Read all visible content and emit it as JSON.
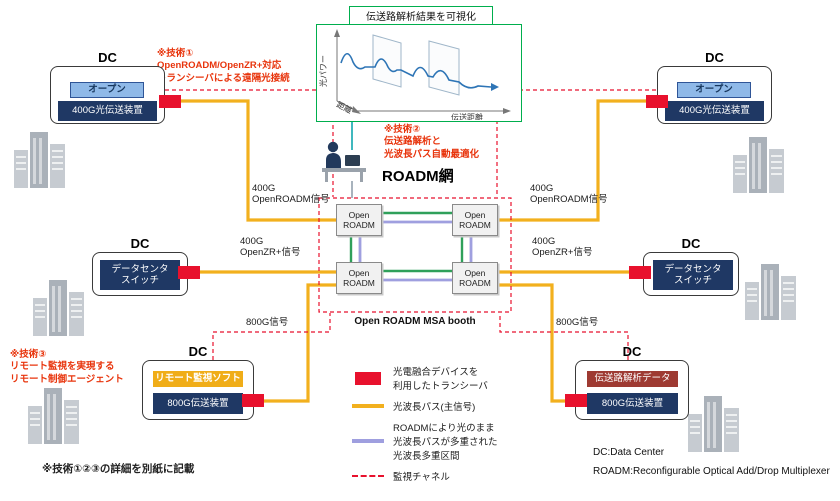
{
  "analysis": {
    "title": "伝送路解析結果を可視化",
    "axis_power": "光パワー",
    "axis_distance": "距離",
    "axis_transmission": "伝送距離"
  },
  "tech_notes": {
    "tech1": "※技術①\nOpenROADM/OpenZR+対応\nトランシーバによる遠隔光接続",
    "tech2": "※技術②\n伝送路解析と\n光波長パス自動最適化",
    "tech3": "※技術③\nリモート監視を実現する\nリモート制御エージェント",
    "details_note": "※技術①②③の詳細を別紙に記載"
  },
  "roadm": {
    "network_title": "ROADM網",
    "node_label": "Open\nROADM",
    "booth_label": "Open ROADM MSA booth"
  },
  "dc": {
    "label": "DC",
    "top_left": {
      "device_top": "オープン",
      "device_bottom": "400G光伝送装置"
    },
    "top_right": {
      "device_top": "オープン",
      "device_bottom": "400G光伝送装置"
    },
    "mid_left": {
      "device": "データセンタ\nスイッチ"
    },
    "mid_right": {
      "device": "データセンタ\nスイッチ"
    },
    "bottom_left": {
      "device_top": "リモート監視ソフト",
      "device_bottom": "800G伝送装置"
    },
    "bottom_right": {
      "device_top": "伝送路解析データ",
      "device_bottom": "800G伝送装置"
    }
  },
  "signals": {
    "left_openroadm": "400G\nOpenROADM信号",
    "left_openzr": "400G\nOpenZR+信号",
    "left_800g": "800G信号",
    "right_openroadm": "400G\nOpenROADM信号",
    "right_openzr": "400G\nOpenZR+信号",
    "right_800g": "800G信号"
  },
  "legend": {
    "transceiver": "光電融合デバイスを\n利用したトランシーバ",
    "main_path": "光波長パス(主信号)",
    "multiplex": "ROADMにより光のまま\n光波長パスが多重された\n光波長多重区間",
    "monitor": "監視チャネル"
  },
  "footnotes": {
    "dc_def": "DC:Data Center",
    "roadm_def": "ROADM:Reconfigurable Optical Add/Drop Multiplexer"
  },
  "colors": {
    "transceiver_red": "#e8112d",
    "path_yellow": "#f2b01e",
    "multiplex_purple": "#9f9fdf",
    "link_green": "#2fa05a",
    "monitor_red": "#e8112d",
    "device_navy": "#1f3864",
    "annotation_red": "#e8340c",
    "analysis_green": "#00ae4d"
  }
}
